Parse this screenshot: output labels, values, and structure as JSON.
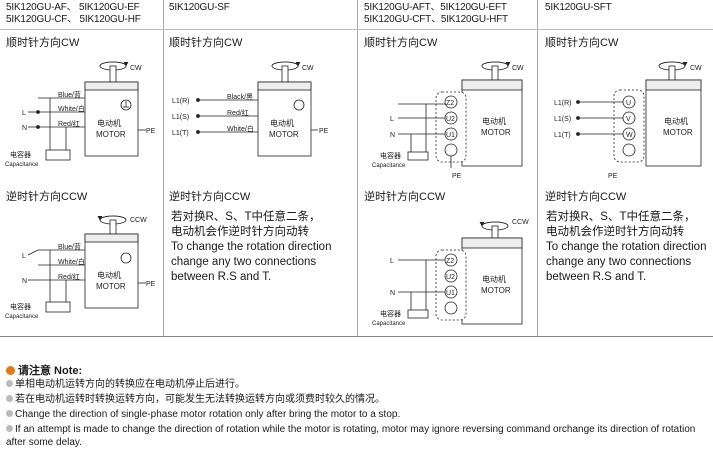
{
  "models": {
    "col1": [
      "5IK120GU-AF、 5IK120GU-EF",
      "5IK120GU-CF、 5IK120GU-HF"
    ],
    "col2": [
      "5IK120GU-SF"
    ],
    "col3": [
      "5IK120GU-AFT、5IK120GU-EFT",
      "5IK120GU-CFT、5IK120GU-HFT"
    ],
    "col4": [
      "5IK120GU-SFT"
    ]
  },
  "labels": {
    "cw_title": "顺时针方向CW",
    "ccw_title": "逆时针方向CCW",
    "cw": "CW",
    "ccw": "CCW",
    "motor_cn": "电动机",
    "motor_en": "MOTOR",
    "pe": "PE",
    "cap_cn": "电容器",
    "cap_en": "Capacitance",
    "blue": "Blue/蓝",
    "white": "White/白",
    "red": "Red/红",
    "black": "Black/黑",
    "L": "L",
    "N": "N",
    "L1R": "L1(R)",
    "L1S": "L1(S)",
    "L1T": "L1(T)",
    "Z2": "Z2",
    "U2": "U2",
    "U1": "U1",
    "U": "U",
    "V": "V",
    "W": "W"
  },
  "three_phase_ccw_note": {
    "cn1": "若对换R、S、T中任意二条，",
    "cn2": "电动机会作逆时针方向动转",
    "en1": "To change the rotation direction",
    "en2": "change any two connections",
    "en3": "between R.S and T."
  },
  "notes": {
    "title": "请注意 Note:",
    "lines": [
      "单相电动机运转方向的转换应在电动机停止后进行。",
      "若在电动机运转时转换运转方向，可能发生无法转换运转方向或须费时较久的情况。",
      "Change the direction of single-phase motor rotation only after bring the motor to a stop.",
      "If an attempt is made to change the direction of rotation while the motor is rotating, motor may ignore reversing command orchange its direction of rotation after some delay."
    ]
  }
}
